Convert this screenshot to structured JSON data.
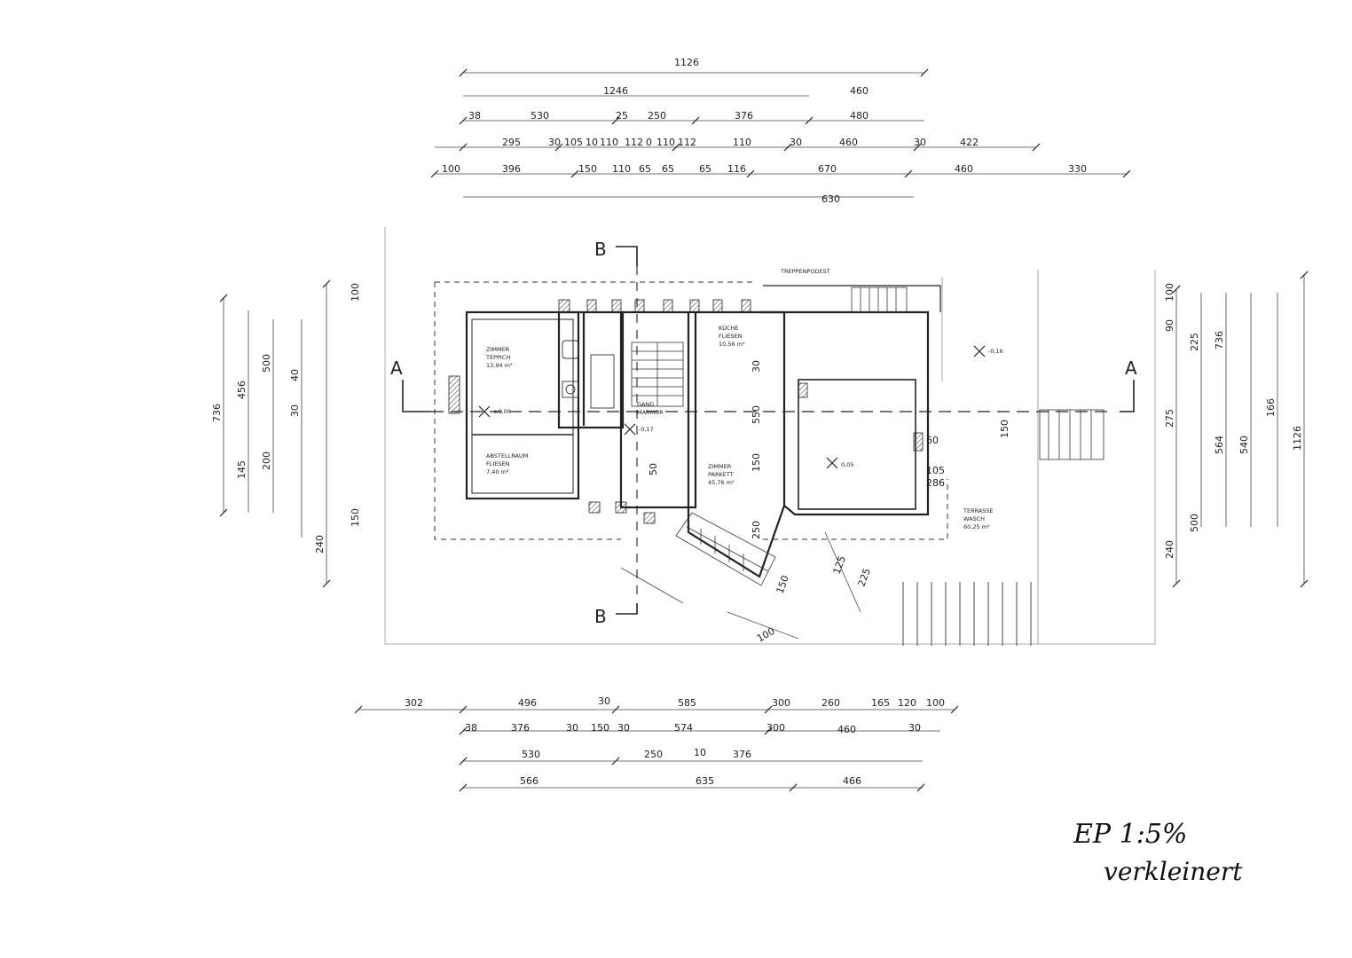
{
  "rooms": [
    {
      "name": "ZIMMER",
      "floor": "TEPPICH",
      "area": "13,94 m²"
    },
    {
      "name": "ABSTELLRAUM",
      "floor": "FLIESEN",
      "area": "7,40 m²"
    },
    {
      "name": "GANG",
      "floor": "MARMOR",
      "area": ""
    },
    {
      "name": "KÜCHE",
      "floor": "FLIESEN",
      "area": "10,56 m²"
    },
    {
      "name": "ZIMMER",
      "floor": "PARKETT",
      "area": "45,76 m²"
    },
    {
      "name": "TERRASSE",
      "floor": "WASCH",
      "area": "60,25 m²"
    }
  ],
  "levels": {
    "zimmer": "±0,00",
    "gang": "-0,17",
    "wohn": "0,05",
    "aussen": "-0,16"
  },
  "section_marks": {
    "a": "A",
    "b": "B"
  },
  "top_dims": {
    "row0": "1126",
    "row1": "1246",
    "row1_right": "460",
    "row2": [
      "38",
      "530",
      "25",
      "250",
      "376",
      "480"
    ],
    "row3": [
      "295",
      "30",
      "105",
      "10",
      "110",
      "112",
      "0",
      "110",
      "112",
      "110",
      "30",
      "460",
      "30",
      "422"
    ],
    "row4": [
      "100",
      "396",
      "150",
      "110",
      "65",
      "65",
      "65",
      "116",
      "670",
      "460",
      "330"
    ],
    "row5": "630"
  },
  "bottom_dims": {
    "row1": [
      "302",
      "496",
      "30",
      "585",
      "300",
      "260",
      "165",
      "120",
      "100"
    ],
    "row2": [
      "38",
      "376",
      "30",
      "150",
      "30",
      "574",
      "300",
      "460",
      "30"
    ],
    "row3": [
      "530",
      "250",
      "10",
      "376"
    ],
    "row4": [
      "566",
      "635",
      "466"
    ]
  },
  "left_dims": [
    "736",
    "456",
    "500",
    "200",
    "145",
    "40",
    "30",
    "240",
    "150",
    "100"
  ],
  "right_dims": [
    "100",
    "90",
    "225",
    "1126",
    "736",
    "166",
    "275",
    "564",
    "540",
    "240",
    "500"
  ],
  "interior_dims": [
    "150",
    "550",
    "30",
    "50",
    "150",
    "250",
    "60",
    "105",
    "286",
    "150",
    "125",
    "225",
    "100"
  ],
  "stair_label": "TREPPENPODEST",
  "annotation": {
    "line1": "EP 1:5%",
    "line2": "verkleinert"
  }
}
